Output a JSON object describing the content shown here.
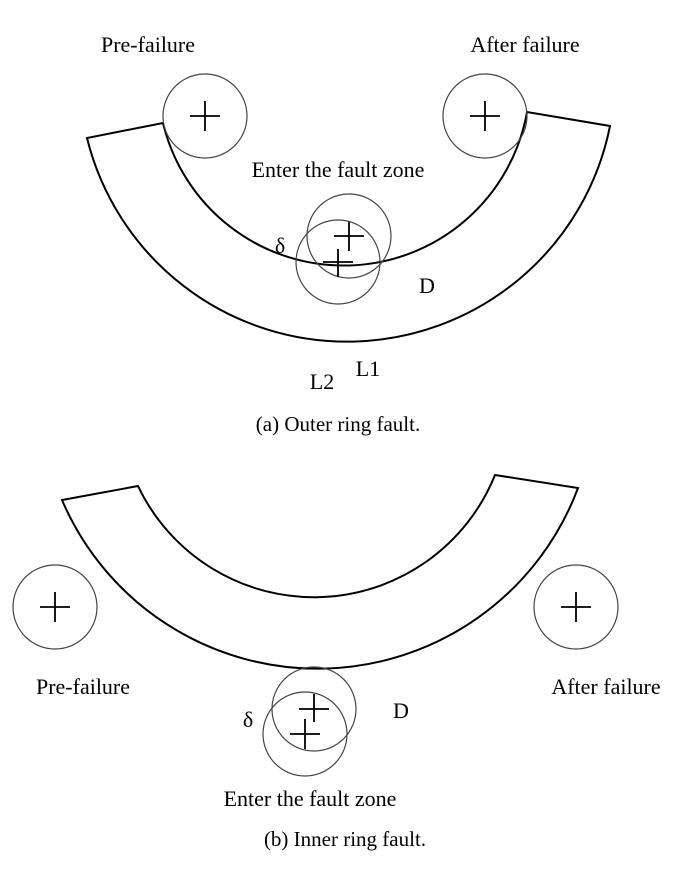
{
  "panel_a": {
    "labels": {
      "pre_failure": "Pre-failure",
      "after_failure": "After failure",
      "enter_fault_zone": "Enter the fault zone",
      "delta": "δ",
      "d": "D",
      "l1": "L1",
      "l2": "L2"
    },
    "caption": "(a)  Outer ring fault."
  },
  "panel_b": {
    "labels": {
      "pre_failure": "Pre-failure",
      "after_failure": "After failure",
      "enter_fault_zone": "Enter the fault zone",
      "delta": "δ",
      "d": "D"
    },
    "caption": "(b)  Inner ring fault."
  }
}
